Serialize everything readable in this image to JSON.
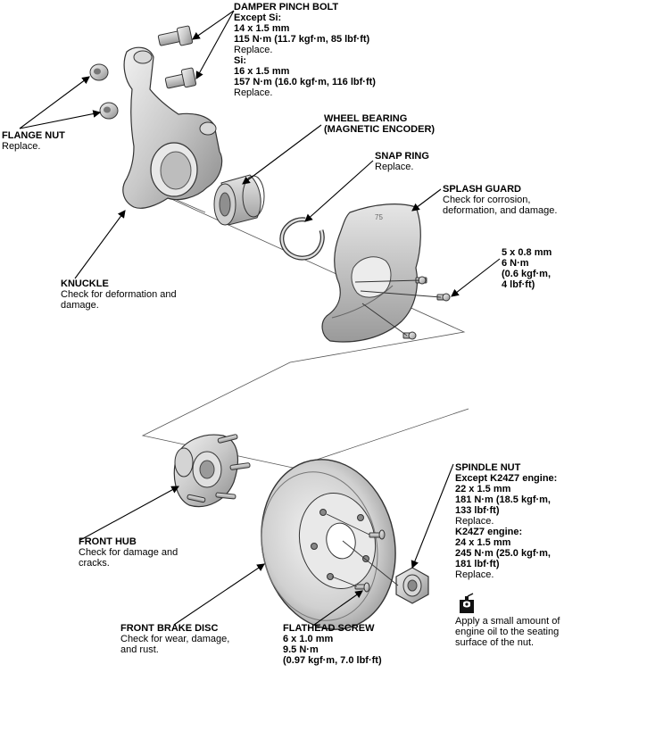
{
  "damper_pinch_bolt": {
    "title": "DAMPER PINCH BOLT",
    "l1": "Except Si:",
    "l2": "14 x 1.5 mm",
    "l3": "115 N·m (11.7 kgf·m, 85 lbf·ft)",
    "l4": "Replace.",
    "l5": "Si:",
    "l6": "16 x 1.5 mm",
    "l7": "157 N·m (16.0 kgf·m, 116 lbf·ft)",
    "l8": "Replace."
  },
  "flange_nut": {
    "title": "FLANGE NUT",
    "note": "Replace."
  },
  "wheel_bearing": {
    "title": "WHEEL BEARING",
    "sub": "(MAGNETIC ENCODER)"
  },
  "snap_ring": {
    "title": "SNAP RING",
    "note": "Replace."
  },
  "splash_guard": {
    "title": "SPLASH GUARD",
    "note1": "Check for corrosion,",
    "note2": "deformation, and damage."
  },
  "splash_bolt": {
    "l1": "5 x 0.8 mm",
    "l2": "6 N·m",
    "l3": "(0.6 kgf·m,",
    "l4": "4 lbf·ft)"
  },
  "knuckle": {
    "title": "KNUCKLE",
    "note1": "Check for deformation and",
    "note2": "damage."
  },
  "spindle_nut": {
    "title": "SPINDLE NUT",
    "l1": "Except K24Z7 engine:",
    "l2": "22 x 1.5 mm",
    "l3": "181 N·m (18.5 kgf·m,",
    "l4": "133 lbf·ft)",
    "l5": "Replace.",
    "l6": "K24Z7 engine:",
    "l7": "24 x 1.5 mm",
    "l8": "245 N·m (25.0 kgf·m,",
    "l9": "181 lbf·ft)",
    "l10": "Replace."
  },
  "front_hub": {
    "title": "FRONT HUB",
    "note1": "Check for damage and",
    "note2": "cracks."
  },
  "oil_note": {
    "l1": "Apply a small amount of",
    "l2": "engine oil to the seating",
    "l3": "surface of the nut.",
    "icon": "oil-can-icon"
  },
  "front_brake_disc": {
    "title": "FRONT BRAKE DISC",
    "note1": "Check for wear, damage,",
    "note2": "and rust."
  },
  "flathead_screw": {
    "title": "FLATHEAD SCREW",
    "l1": "6 x 1.0 mm",
    "l2": "9.5 N·m",
    "l3": "(0.97 kgf·m, 7.0 lbf·ft)"
  }
}
